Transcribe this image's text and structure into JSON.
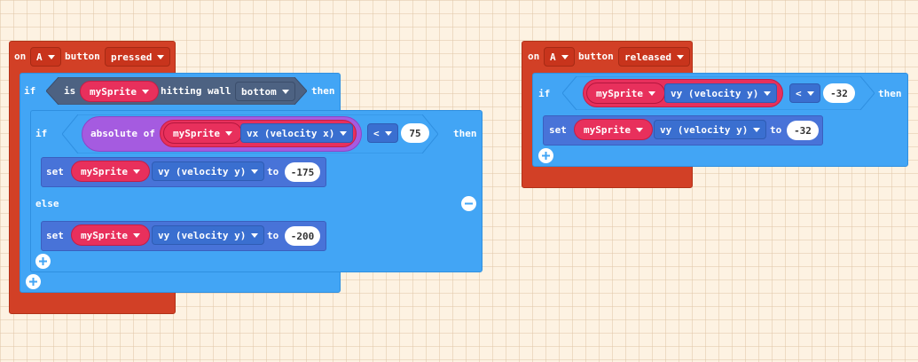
{
  "left_block": {
    "event": {
      "on": "on",
      "button": "A",
      "button_word": "button",
      "action": "pressed"
    },
    "if1": {
      "if": "if",
      "is": "is",
      "sprite": "mySprite",
      "hitting": "hitting wall",
      "wall": "bottom",
      "then": "then"
    },
    "if2": {
      "if": "if",
      "absolute": "absolute of",
      "sprite": "mySprite",
      "prop": "vx (velocity x)",
      "op": "<",
      "value": "75",
      "then": "then"
    },
    "set1": {
      "set": "set",
      "sprite": "mySprite",
      "prop": "vy (velocity y)",
      "to": "to",
      "value": "-175"
    },
    "else": "else",
    "set2": {
      "set": "set",
      "sprite": "mySprite",
      "prop": "vy (velocity y)",
      "to": "to",
      "value": "-200"
    }
  },
  "right_block": {
    "event": {
      "on": "on",
      "button": "A",
      "button_word": "button",
      "action": "released"
    },
    "if1": {
      "if": "if",
      "sprite": "mySprite",
      "prop": "vy (velocity y)",
      "op": "<",
      "value": "-32",
      "then": "then"
    },
    "set1": {
      "set": "set",
      "sprite": "mySprite",
      "prop": "vy (velocity y)",
      "to": "to",
      "value": "-32"
    }
  },
  "icons": [
    "plus-icon",
    "minus-icon",
    "dropdown-caret-icon"
  ],
  "colors": {
    "background": "#fdf2e2",
    "event": "#d24026",
    "control": "#42a5f5",
    "set": "#4873d8",
    "sprite": "#e8305c",
    "math": "#a55be0",
    "sensing": "#4d6282"
  }
}
